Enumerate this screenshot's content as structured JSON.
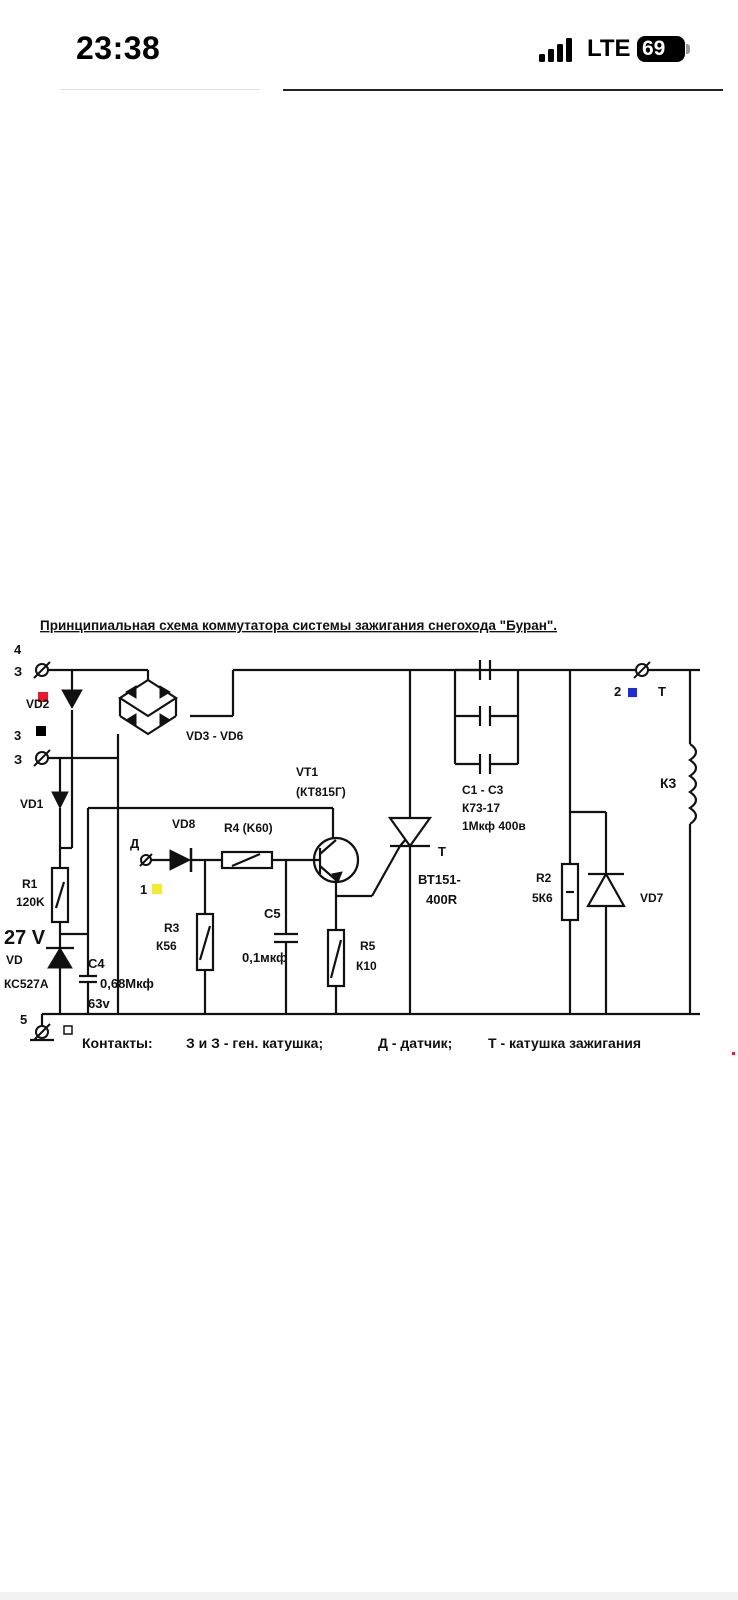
{
  "status_bar": {
    "time": "23:38",
    "carrier": "LTE",
    "battery": "69"
  },
  "schematic": {
    "title": "Принципиальная схема коммутатора системы зажигания снегохода \"Буран\".",
    "legend": {
      "label": "Контакты:",
      "gen": "З и З - ген. катушка;",
      "sensor": "Д - датчик;",
      "coil": "Т - катушка зажигания"
    },
    "terminals": {
      "t4": "4",
      "t3a": "З",
      "t3b_num": "3",
      "t3b": "З",
      "t2": "2",
      "t2_letter": "Т",
      "t1_letter": "Д",
      "t1": "1",
      "t5": "5",
      "thyristor_letter": "Т"
    },
    "components": {
      "vd2": "VD2",
      "vd1": "VD1",
      "bridge": "VD3 - VD6",
      "r1": "R1",
      "r1_val": "120K",
      "voltage": "27 V",
      "vd": "VD",
      "vd_val": "КС527А",
      "c4": "С4",
      "c4_val": "0,68Мкф",
      "c4_volt": "63v",
      "vt1": "VT1",
      "vt1_val": "(КТ815Г)",
      "vd8": "VD8",
      "r4": "R4 (K60)",
      "r3": "R3",
      "r3_val": "К56",
      "c5": "С5",
      "c5_val": "0,1мкф",
      "r5": "R5",
      "r5_val": "К10",
      "thyristor": "ВТ151-",
      "thyristor_val": "400R",
      "c1c3": "С1 - С3",
      "c1c3_type": "К73-17",
      "c1c3_val": "1Мкф 400в",
      "r2": "R2",
      "r2_val": "5К6",
      "vd7": "VD7",
      "k3": "К3"
    },
    "colors": {
      "marker_red": "#e8192c",
      "marker_black": "#000000",
      "marker_yellow": "#f4ec28",
      "marker_blue": "#1f2bd6"
    }
  }
}
